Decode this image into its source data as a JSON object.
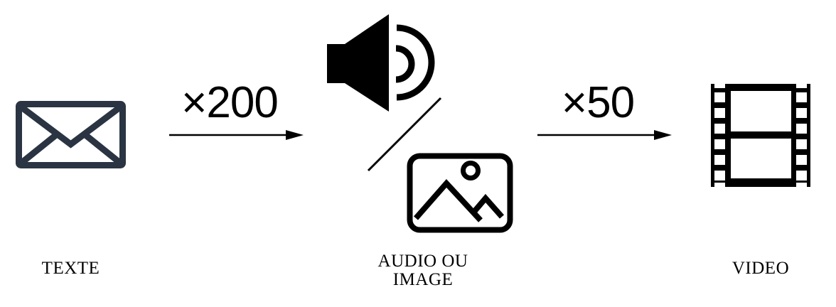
{
  "colors": {
    "background": "#ffffff",
    "ink": "#000000",
    "envelope": "#2a3442"
  },
  "diagram": {
    "nodes": {
      "texte": {
        "label": "TEXTE",
        "icon": "envelope-icon"
      },
      "audio_image": {
        "label_line1": "AUDIO OU",
        "label_line2": "IMAGE",
        "icon_top": "speaker-icon",
        "icon_bottom": "image-icon",
        "separator": "slash"
      },
      "video": {
        "label": "VIDEO",
        "icon": "film-strip-icon"
      }
    },
    "arrows": {
      "texte_to_audio_image": {
        "label": "×200",
        "direction": "right"
      },
      "audio_image_to_video": {
        "label": "×50",
        "direction": "right"
      }
    }
  }
}
